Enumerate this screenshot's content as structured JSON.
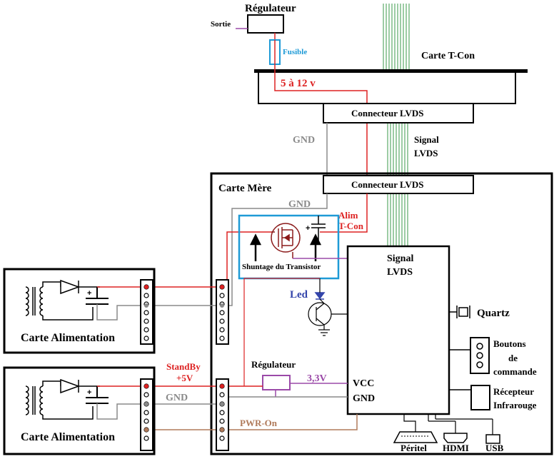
{
  "labels": {
    "regulateur_top": "Régulateur",
    "sortie": "Sortie",
    "fusible": "Fusible",
    "carte_tcon": "Carte T-Con",
    "volt_5_12": "5 à 12 v",
    "connecteur_lvds_top": "Connecteur LVDS",
    "gnd_top": "GND",
    "signal_lvds_side": "Signal\nLVDS",
    "signal_lvds_side_1": "Signal",
    "signal_lvds_side_2": "LVDS",
    "carte_mere": "Carte Mère",
    "connecteur_lvds_mid": "Connecteur LVDS",
    "gnd_mid": "GND",
    "alim_tcon_1": "Alim",
    "alim_tcon_2": "T-Con",
    "shuntage": "Shuntage du Transistor",
    "signal_lvds_chip_1": "Signal",
    "signal_lvds_chip_2": "LVDS",
    "led": "Led",
    "quartz": "Quartz",
    "boutons_1": "Boutons",
    "boutons_2": "de",
    "boutons_3": "commande",
    "recepteur_1": "Récepteur",
    "recepteur_2": "Infrarouge",
    "carte_alim_1": "Carte Alimentation",
    "carte_alim_2": "Carte Alimentation",
    "standby_1": "StandBy",
    "standby_2": "+5V",
    "gnd_low": "GND",
    "regulateur_mid": "Régulateur",
    "v33": "3,3V",
    "vcc": "VCC",
    "gnd_chip": "GND",
    "pwr_on": "PWR-On",
    "peritel": "Péritel",
    "hdmi": "HDMI",
    "usb": "USB"
  },
  "colors": {
    "red": "#dd2222",
    "gray": "#8a8a8a",
    "purple": "#9b4aa8",
    "brown": "#b07a5a",
    "blue_frame": "#1e9ad6",
    "green": "#3a9a4a",
    "dark_red": "#8b1a1a",
    "led_blue": "#3344aa"
  }
}
